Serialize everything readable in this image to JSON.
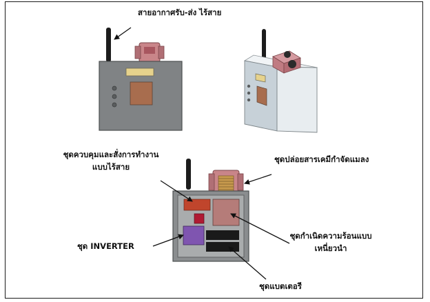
{
  "labels": {
    "antenna": "สายอากาศรับ-ส่ง ไร้สาย",
    "control_line1": "ชุดควบคุมและสั่งการทำงาน",
    "control_line2": "แบบไร้สาย",
    "dispenser": "ชุดปล่อยสารเคมีกำจัดแมลง",
    "inverter": "ชุด INVERTER",
    "heater_line1": "ชุดกำเนิดความร้อนแบบ",
    "heater_line2": "เหนี่ยวนำ",
    "battery": "ชุดแบตเตอรี"
  },
  "colors": {
    "enclosure": "#7d8081",
    "enclosure_3d_front": "#c9d3da",
    "enclosure_3d_side": "#e9eef1",
    "antenna": "#1c1c1c",
    "dispenser": "#c9858b",
    "controller": "#c0452c",
    "small_part": "#b01a33",
    "heater": "#b57c79",
    "inverter": "#7f55b0",
    "battery": "#1a1a1a",
    "panel": "#e8d28a",
    "pad": "#a86d4e"
  }
}
